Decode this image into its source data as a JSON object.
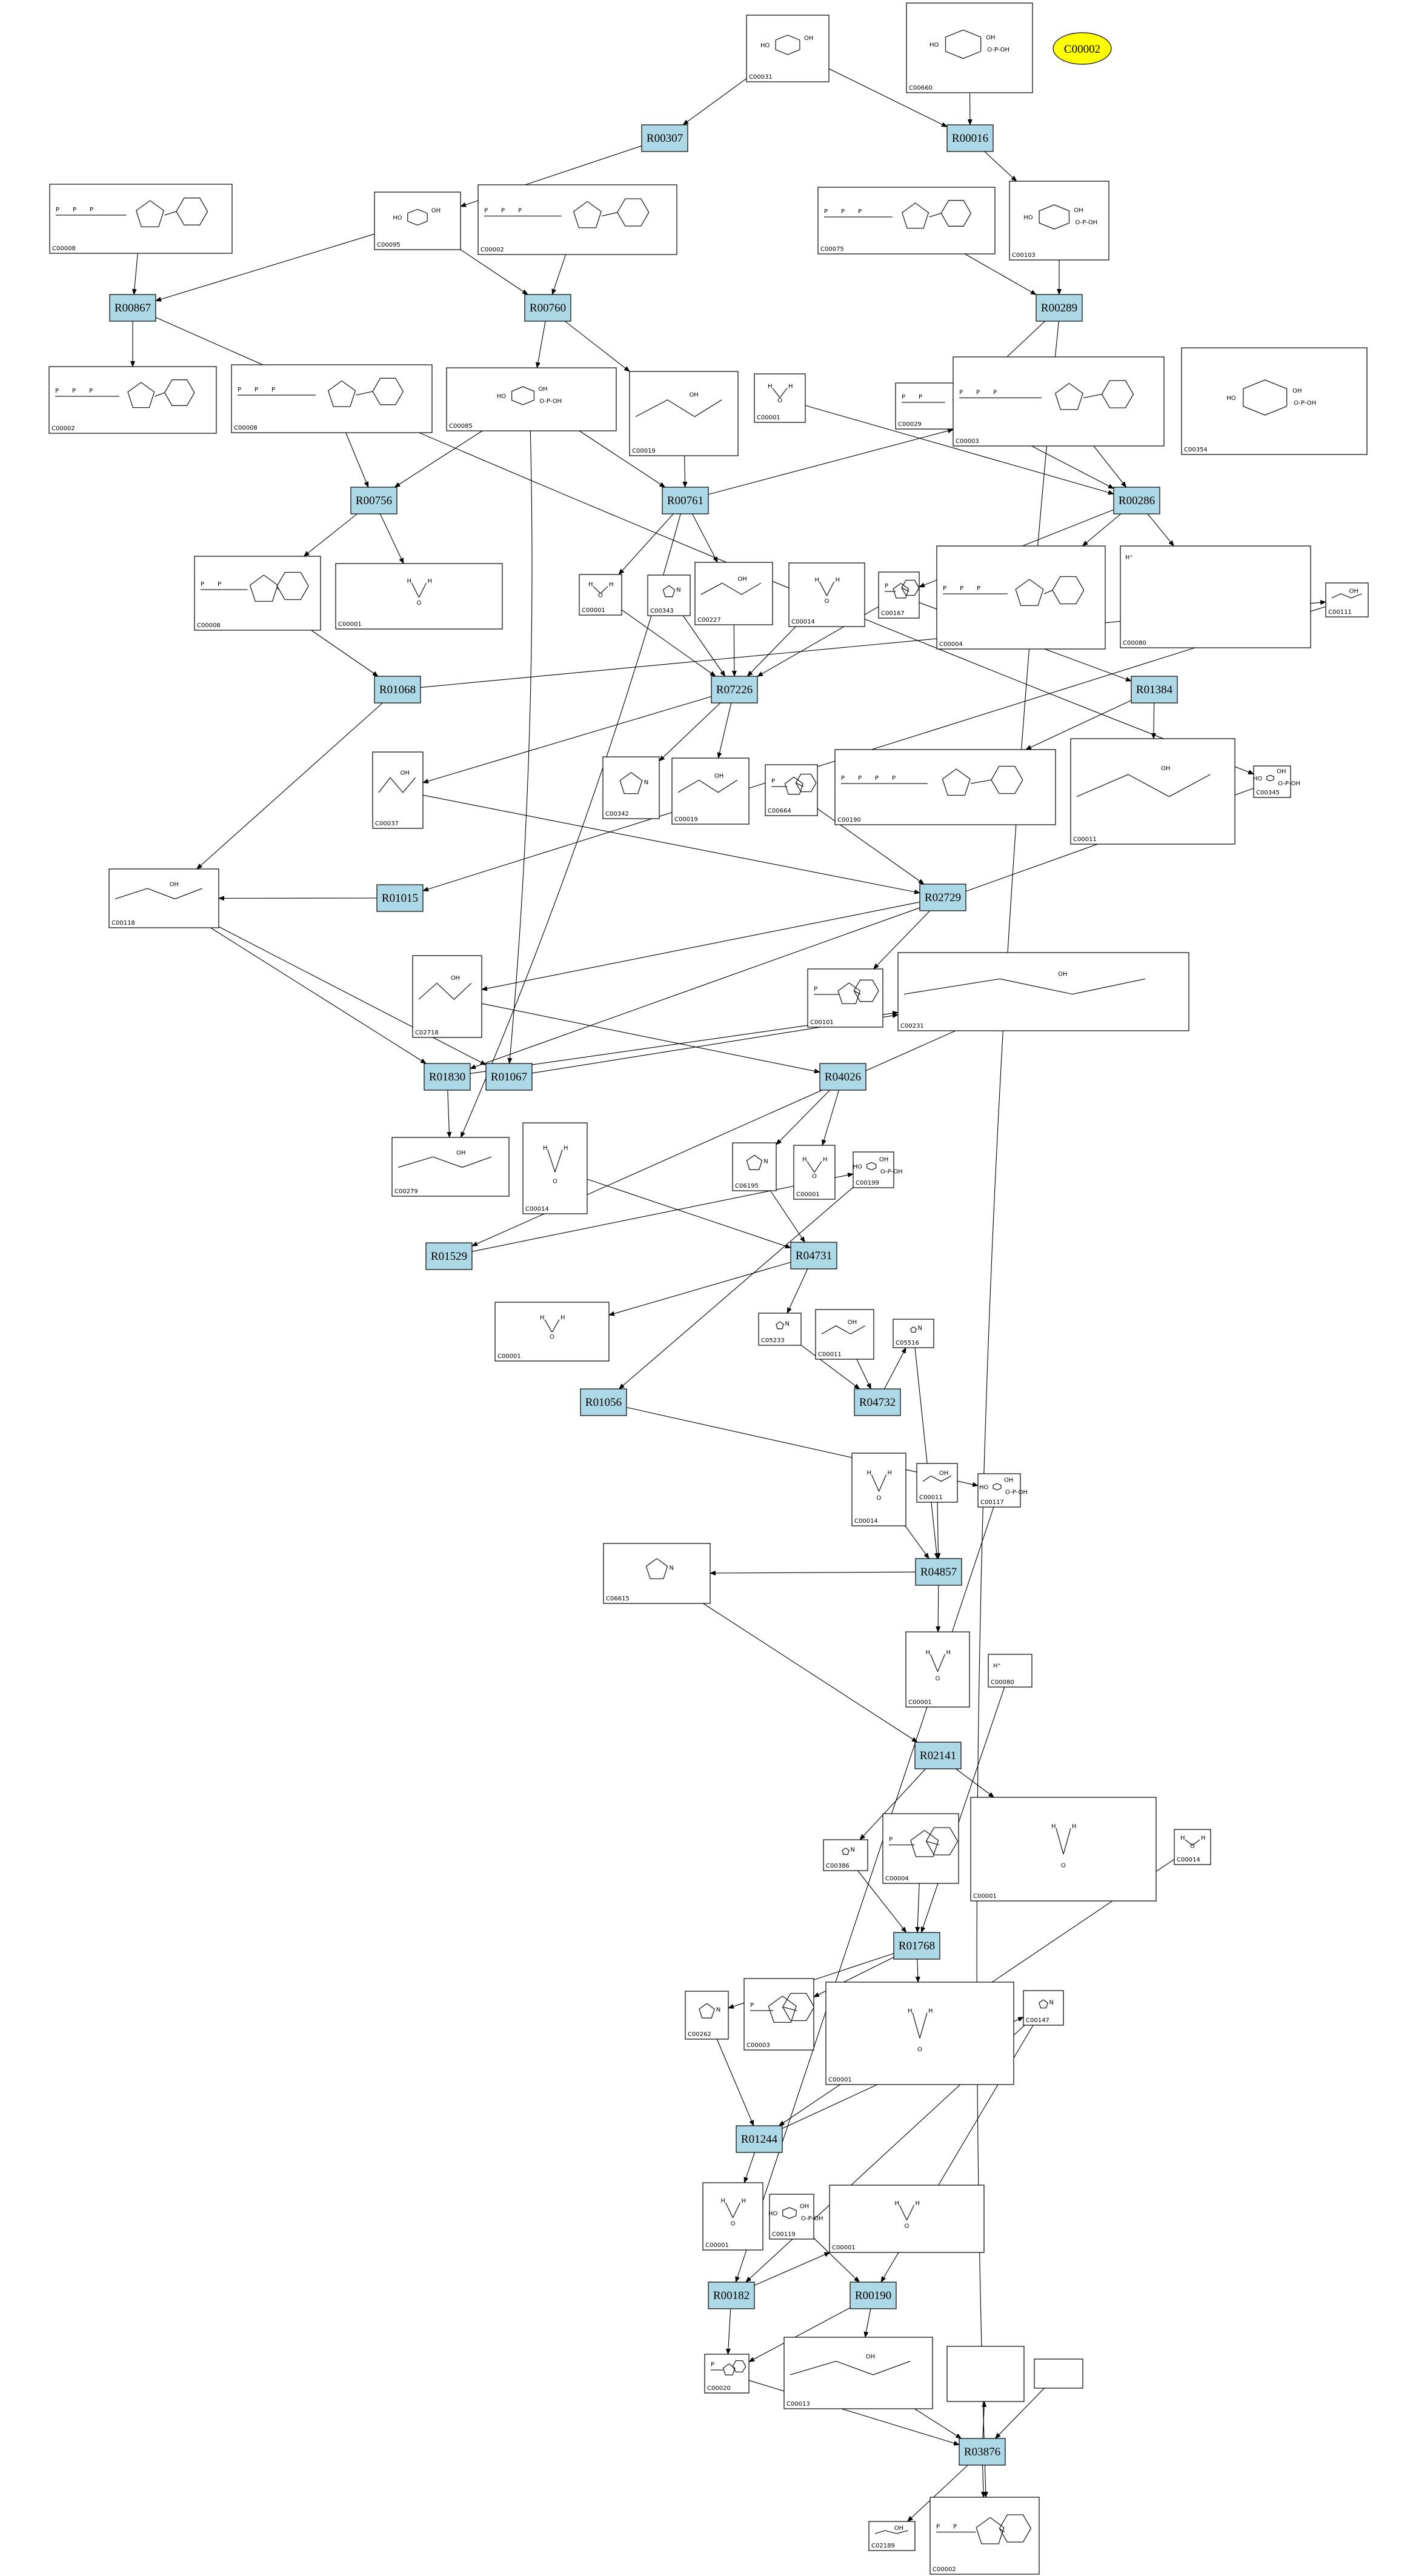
{
  "highlight_node": {
    "label": "C00002",
    "color": "#ffff00"
  },
  "colors": {
    "reaction_fill": "#add8e6",
    "compound_fill": "#ffffff",
    "edge": "#000000"
  },
  "reactions": [
    "R00307",
    "R00016",
    "R00867",
    "R00760",
    "R00289",
    "R00756",
    "R00761",
    "R00286",
    "R01068",
    "R07226",
    "R01384",
    "R01015",
    "R02729",
    "R01830",
    "R01067",
    "R04026",
    "R01529",
    "R04731",
    "R01056",
    "R04732",
    "R04857",
    "R02141",
    "R01768",
    "R01244",
    "R00182",
    "R00190",
    "R03876"
  ],
  "compounds": [
    {
      "id": "C00031",
      "glyph": "sugar"
    },
    {
      "id": "C00660",
      "glyph": "sugar-phosphate"
    },
    {
      "id": "C00002",
      "glyph": "nucleotide"
    },
    {
      "id": "C00095",
      "glyph": "sugar"
    },
    {
      "id": "C00002",
      "glyph": "nucleotide"
    },
    {
      "id": "C00075",
      "glyph": "nucleotide"
    },
    {
      "id": "C00103",
      "glyph": "sugar-phosphate"
    },
    {
      "id": "C00008",
      "glyph": "nucleotide"
    },
    {
      "id": "C00002",
      "glyph": "nucleotide"
    },
    {
      "id": "C00008",
      "glyph": "nucleotide"
    },
    {
      "id": "C00085",
      "glyph": "sugar-phosphate"
    },
    {
      "id": "C00019",
      "glyph": "small"
    },
    {
      "id": "C00001",
      "glyph": "water"
    },
    {
      "id": "C00029",
      "glyph": "nucleotide"
    },
    {
      "id": "C00003",
      "glyph": "nucleotide"
    },
    {
      "id": "C00354",
      "glyph": "sugar-phosphate"
    },
    {
      "id": "C00008",
      "glyph": "nucleotide"
    },
    {
      "id": "C00001",
      "glyph": "water"
    },
    {
      "id": "C00001",
      "glyph": "water"
    },
    {
      "id": "C00343",
      "glyph": "ring"
    },
    {
      "id": "C00227",
      "glyph": "small"
    },
    {
      "id": "C00014",
      "glyph": "water"
    },
    {
      "id": "C00167",
      "glyph": "nucleotide"
    },
    {
      "id": "C00004",
      "glyph": "nucleotide"
    },
    {
      "id": "C00080",
      "glyph": "proton"
    },
    {
      "id": "C00111",
      "glyph": "small"
    },
    {
      "id": "C00037",
      "glyph": "small"
    },
    {
      "id": "C00342",
      "glyph": "ring"
    },
    {
      "id": "C00019",
      "glyph": "small"
    },
    {
      "id": "C00664",
      "glyph": "nucleotide"
    },
    {
      "id": "C00190",
      "glyph": "nucleotide"
    },
    {
      "id": "C00011",
      "glyph": "small"
    },
    {
      "id": "C00345",
      "glyph": "sugar-phosphate"
    },
    {
      "id": "C00118",
      "glyph": "small"
    },
    {
      "id": "C02718",
      "glyph": "small"
    },
    {
      "id": "C00101",
      "glyph": "nucleotide"
    },
    {
      "id": "C00231",
      "glyph": "small"
    },
    {
      "id": "C00279",
      "glyph": "small"
    },
    {
      "id": "C00014",
      "glyph": "water"
    },
    {
      "id": "C06195",
      "glyph": "ring"
    },
    {
      "id": "C00001",
      "glyph": "water"
    },
    {
      "id": "C00199",
      "glyph": "sugar-phosphate"
    },
    {
      "id": "C00001",
      "glyph": "water"
    },
    {
      "id": "C05233",
      "glyph": "ring"
    },
    {
      "id": "C00011",
      "glyph": "small"
    },
    {
      "id": "C05516",
      "glyph": "ring"
    },
    {
      "id": "C00014",
      "glyph": "water"
    },
    {
      "id": "C00011",
      "glyph": "small"
    },
    {
      "id": "C00117",
      "glyph": "sugar-phosphate"
    },
    {
      "id": "C06615",
      "glyph": "ring"
    },
    {
      "id": "C00001",
      "glyph": "water"
    },
    {
      "id": "C00080",
      "glyph": "proton"
    },
    {
      "id": "C00386",
      "glyph": "ring"
    },
    {
      "id": "C00004",
      "glyph": "nucleotide"
    },
    {
      "id": "C00001",
      "glyph": "water"
    },
    {
      "id": "C00014",
      "glyph": "water"
    },
    {
      "id": "C00262",
      "glyph": "ring"
    },
    {
      "id": "C00003",
      "glyph": "nucleotide"
    },
    {
      "id": "C00001",
      "glyph": "water"
    },
    {
      "id": "C00147",
      "glyph": "ring"
    },
    {
      "id": "C00001",
      "glyph": "water"
    },
    {
      "id": "C00119",
      "glyph": "sugar-phosphate"
    },
    {
      "id": "C00001",
      "glyph": "water"
    },
    {
      "id": "C00020",
      "glyph": "nucleotide"
    },
    {
      "id": "C00013",
      "glyph": "small"
    },
    {
      "id": "",
      "glyph": "none"
    },
    {
      "id": "",
      "glyph": "none"
    },
    {
      "id": "C02189",
      "glyph": "small"
    },
    {
      "id": "C00002",
      "glyph": "nucleotide"
    }
  ]
}
